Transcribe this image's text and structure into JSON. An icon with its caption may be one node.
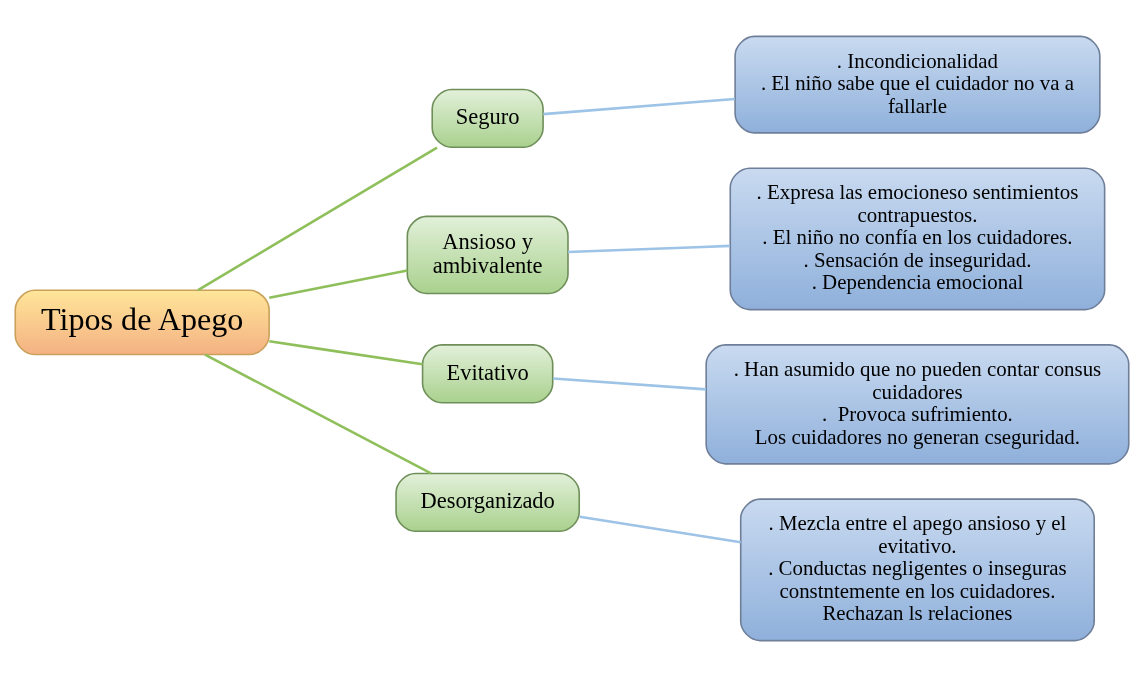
{
  "diagram": {
    "nodes": [
      {
        "text": [
          "Tipos de Apego"
        ]
      },
      {
        "text": [
          "Seguro"
        ]
      },
      {
        "text": [
          ". Incondicionalidad",
          ". El niño sabe que el cuidador no va a fallarle"
        ]
      },
      {
        "text": [
          "Ansioso y ambivalente"
        ]
      },
      {
        "text": [
          ". Expresa las emocioneso sentimientos contrapuestos.",
          ". El niño no confía en los cuidadores.",
          ". Sensación de inseguridad.",
          ". Dependencia emocional"
        ]
      },
      {
        "text": [
          "Evitativo"
        ]
      },
      {
        "text": [
          ". Han asumido que no pueden contar consus cuidadores",
          ".  Provoca sufrimiento.",
          "Los cuidadores no generan cseguridad."
        ]
      },
      {
        "text": [
          "Desorganizado"
        ]
      },
      {
        "text": [
          ". Mezcla entre el apego ansioso y el evitativo.",
          ". Conductas negligentes o inseguras constntemente en los cuidadores.",
          "Rechazan ls relaciones"
        ]
      }
    ],
    "edges": [
      {
        "from": 0,
        "to": 1,
        "arrow": "none"
      },
      {
        "from": 0,
        "to": 3,
        "arrow": "none"
      },
      {
        "from": 0,
        "to": 5,
        "arrow": "none"
      },
      {
        "from": 0,
        "to": 7,
        "arrow": "none"
      },
      {
        "from": 1,
        "to": 2,
        "arrow": "none",
        "color": "#9dc3e6"
      },
      {
        "from": 3,
        "to": 4,
        "arrow": "none",
        "color": "#9dc3e6"
      },
      {
        "from": 5,
        "to": 6,
        "arrow": "none",
        "color": "#9dc3e6"
      },
      {
        "from": 7,
        "to": 8,
        "arrow": "none",
        "color": "#9dc3e6"
      }
    ]
  }
}
